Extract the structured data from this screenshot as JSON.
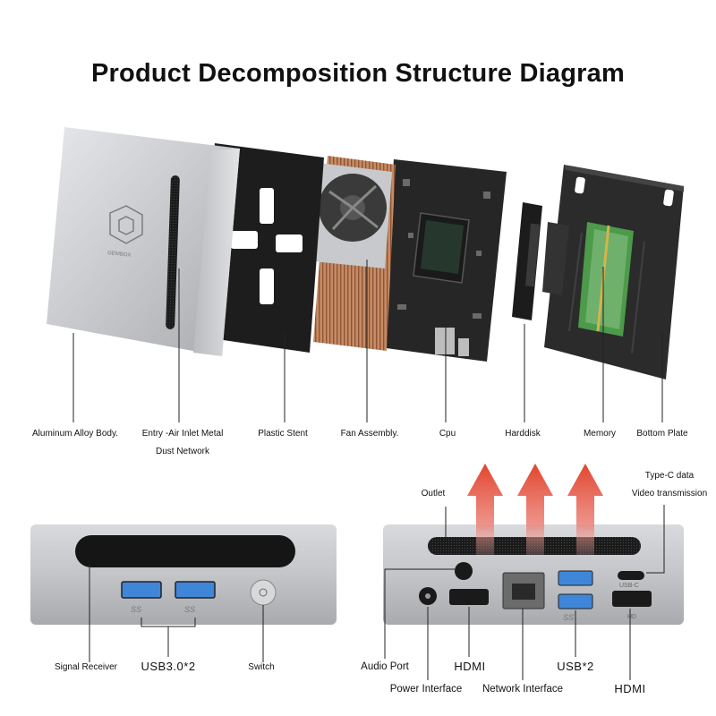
{
  "title": "Product Decomposition Structure Diagram",
  "exploded_labels": {
    "body": "Aluminum Alloy Body.",
    "dust_line1": "Entry -Air Inlet Metal",
    "dust_line2": "Dust Network",
    "stent": "Plastic Stent",
    "fan": "Fan Assembly.",
    "cpu": "Cpu",
    "harddisk": "Harddisk",
    "memory": "Memory",
    "bottom": "Bottom Plate"
  },
  "front_labels": {
    "signal": "Signal Receiver",
    "usb3": "USB3.0*2",
    "switch": "Switch"
  },
  "rear_labels": {
    "outlet": "Outlet",
    "typec_line1": "Type-C data",
    "typec_line2": "Video transmission",
    "audio": "Audio Port",
    "hdmi1": "HDMI",
    "usb2": "USB*2",
    "power": "Power Interface",
    "network": "Network Interface",
    "hdmi2": "HDMI"
  },
  "device_marks": {
    "ss_front_1": "SS",
    "ss_front_2": "SS",
    "ss_rear": "SS",
    "usb_c": "USB-C",
    "hd": "HD"
  },
  "colors": {
    "aluminum": "#c9cacd",
    "black_part": "#1e1e1e",
    "copper": "#b87a55",
    "pcb": "#2a2a2a",
    "ram_green": "#4c9a4a",
    "usb_blue": "#3f86d8",
    "arrow_red": "#e2452d"
  }
}
